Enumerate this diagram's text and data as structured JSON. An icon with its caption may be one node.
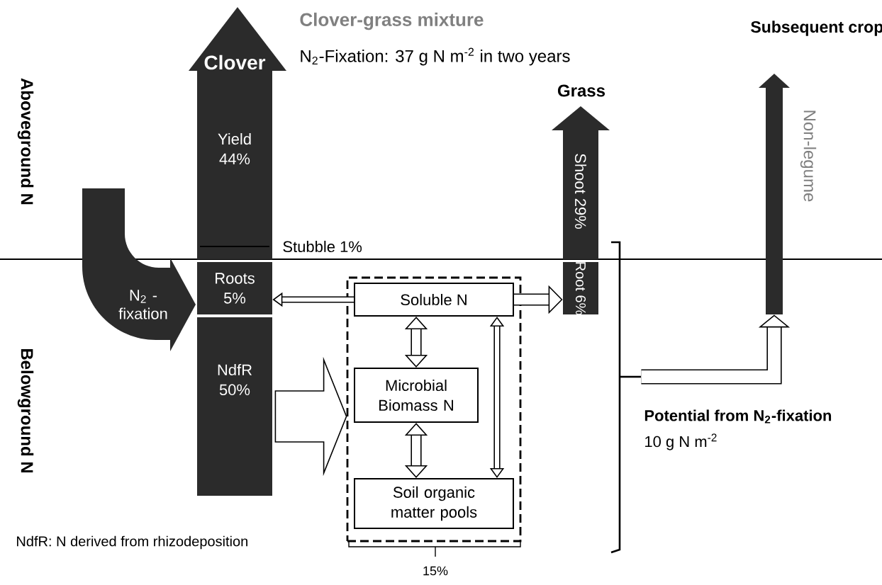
{
  "diagram": {
    "nodes": [
      {
        "text": [
          "Clover",
          "Yield 44%"
        ]
      },
      {
        "text": [
          "Roots 5%"
        ]
      },
      {
        "text": [
          "NdfR 50%"
        ]
      },
      {
        "text": [
          "N$_{2}$ - fixation"
        ]
      },
      {
        "text": [],
        "shape": "box",
        "beside": [
          "15%"
        ]
      },
      {
        "text": [
          "Soluble N"
        ],
        "in": 4
      },
      {
        "text": [
          "Microbial Biomass N"
        ],
        "in": 4
      },
      {
        "text": [
          "Soil organic matter pools"
        ],
        "in": 4
      },
      {
        "text": [
          "Grass",
          "Shoot 29%"
        ]
      },
      {
        "text": [
          "Root 6%"
        ]
      },
      {
        "text": [
          "Non-legume"
        ]
      },
      {
        "text": [],
        "shape": "bracket"
      }
    ],
    "edges": [
      {
        "from": 5,
        "to": 1,
        "arrow": "to"
      },
      {
        "from": 5,
        "to": 9,
        "arrow": "to"
      },
      {
        "from": 2,
        "to": 4,
        "arrow": "to",
        "style": "thick"
      },
      {
        "from": 5,
        "to": 6,
        "arrow": "both"
      },
      {
        "from": 6,
        "to": 7,
        "arrow": "both"
      },
      {
        "from": 5,
        "to": 7,
        "arrow": "both"
      },
      {
        "from": 11,
        "to": 10,
        "arrow": "to"
      }
    ],
    "labels": [
      "Clover-grass mixture",
      "N$_{2}$-Fixation: 37 g N m$^{-2}$ in two years",
      "Subsequent crop",
      "Aboveground N",
      "Stubble 1%",
      "Belowground N",
      "Potential from N$_{2}$-fixation",
      "10 g N m$^{-2}$",
      "NdfR: N derived from rhizodeposition"
    ]
  }
}
